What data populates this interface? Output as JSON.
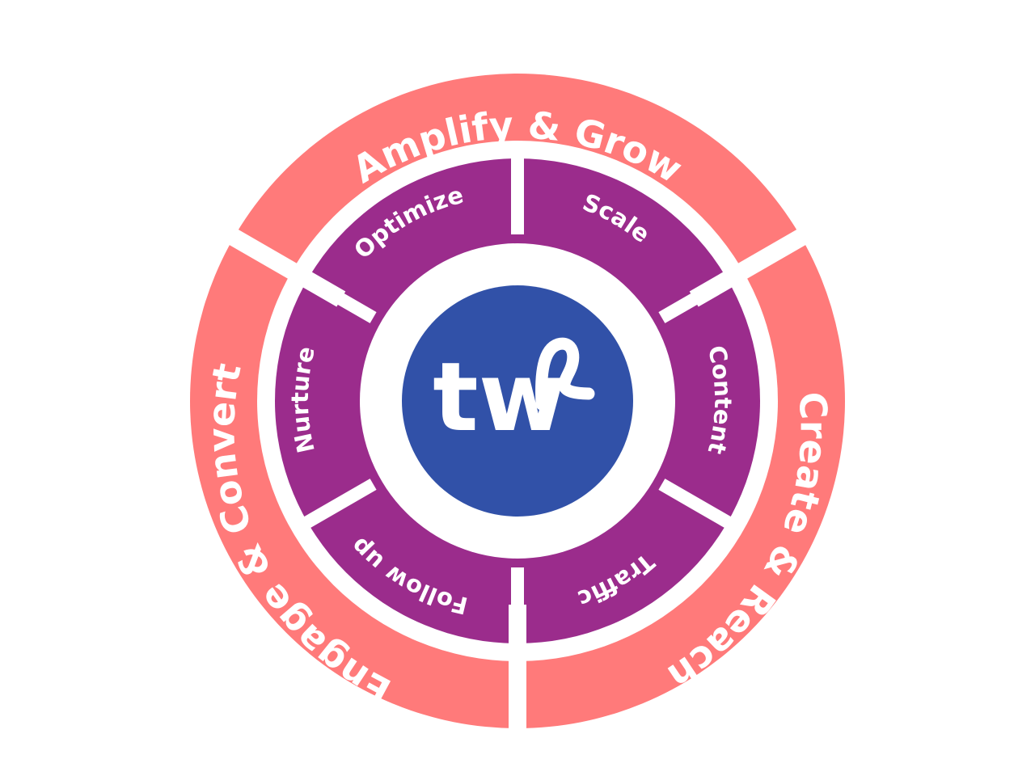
{
  "colors": {
    "outer_ring": "#ff7a7a",
    "inner_ring": "#9b2c8c",
    "center": "#3151a8",
    "gap": "#ffffff",
    "text": "#ffffff"
  },
  "center": {
    "logo_text": "tw",
    "logo_icon": "loop-ribbon-icon"
  },
  "outer_ring": [
    {
      "label": "Amplify & Grow"
    },
    {
      "label": "Create & Reach"
    },
    {
      "label": "Engage & Convert"
    }
  ],
  "inner_ring": [
    {
      "label": "Scale"
    },
    {
      "label": "Content"
    },
    {
      "label": "Traffic"
    },
    {
      "label": "Follow up"
    },
    {
      "label": "Nurture"
    },
    {
      "label": "Optimize"
    }
  ]
}
